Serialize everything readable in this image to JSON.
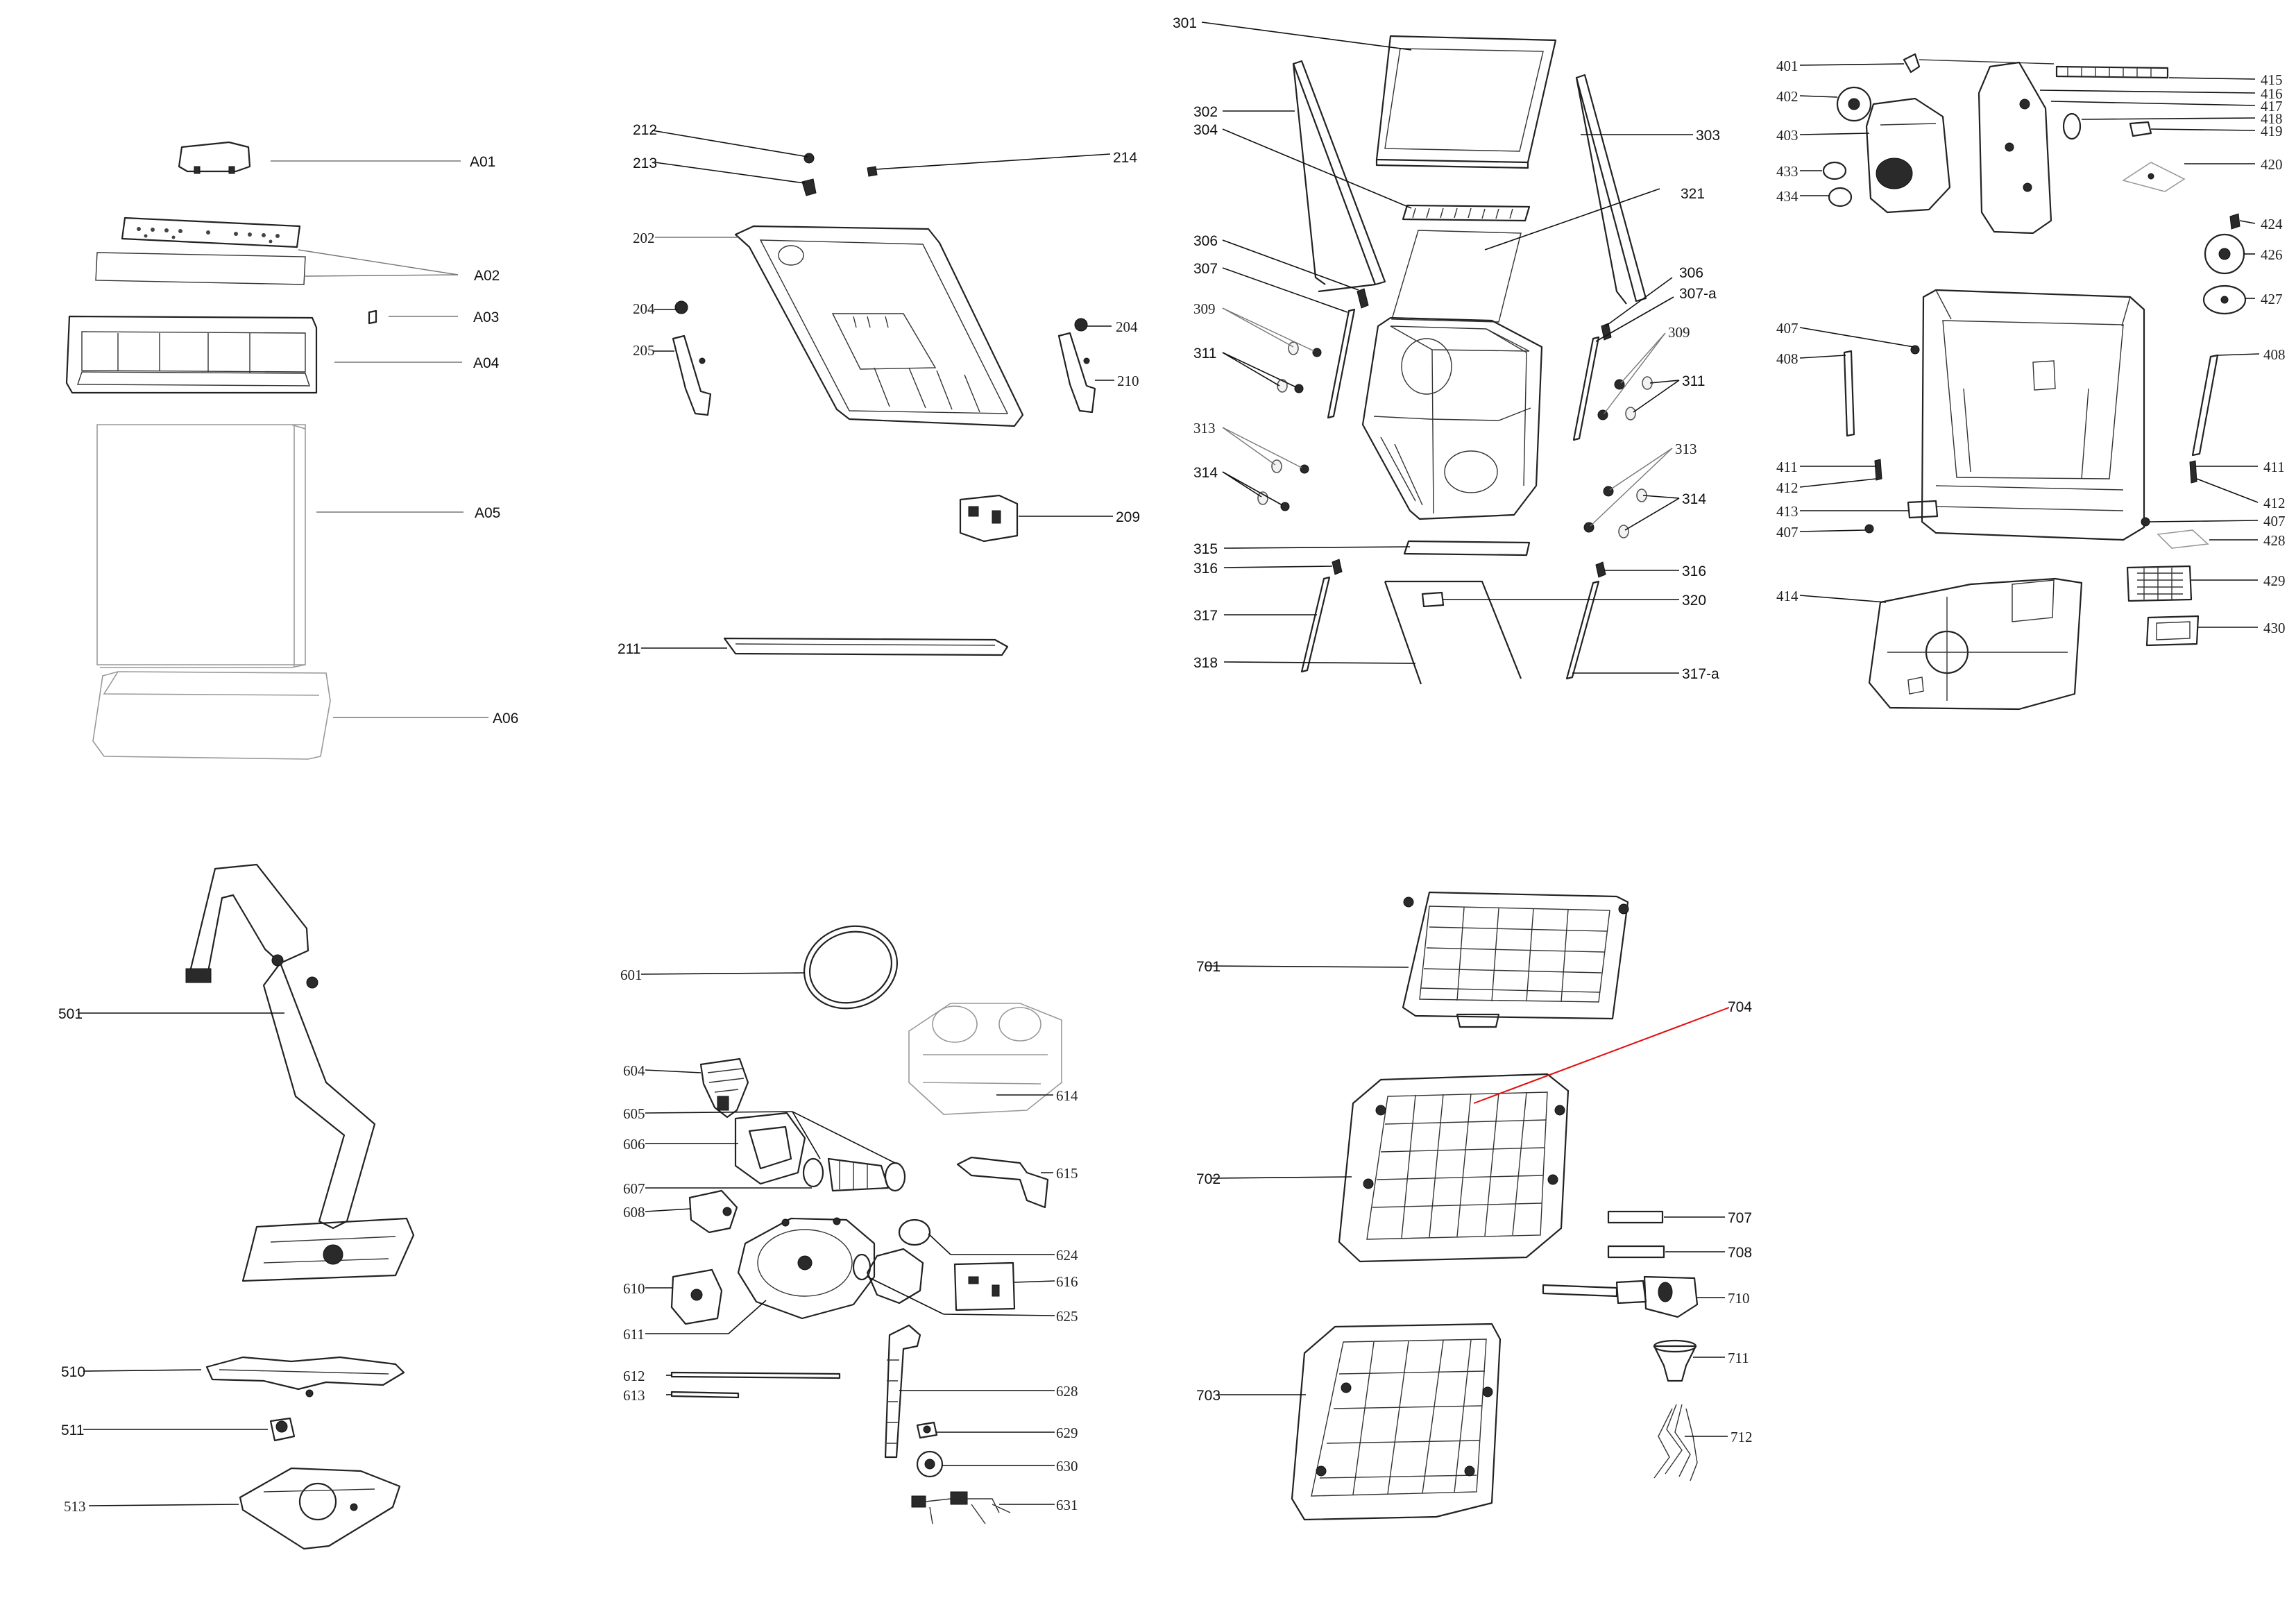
{
  "callouts": {
    "A01": "A01",
    "A02": "A02",
    "A03": "A03",
    "A04": "A04",
    "A05": "A05",
    "A06": "A06",
    "c212": "212",
    "c213": "213",
    "c214": "214",
    "c202": "202",
    "c204a": "204",
    "c204b": "204",
    "c205": "205",
    "c210": "210",
    "c209": "209",
    "c211": "211",
    "c301": "301",
    "c302": "302",
    "c304": "304",
    "c303": "303",
    "c321": "321",
    "c306a": "306",
    "c307": "307",
    "c306b": "306",
    "c307a": "307-a",
    "c309a": "309",
    "c309b": "309",
    "c311a": "311",
    "c311b": "311",
    "c313a": "313",
    "c313b": "313",
    "c314a": "314",
    "c314b": "314",
    "c315": "315",
    "c316a": "316",
    "c316b": "316",
    "c317": "317",
    "c320": "320",
    "c318": "318",
    "c317a": "317-a",
    "c401": "401",
    "c402": "402",
    "c403": "403",
    "c433": "433",
    "c434": "434",
    "c415": "415",
    "c416": "416",
    "c417": "417",
    "c418": "418",
    "c419": "419",
    "c420": "420",
    "c424": "424",
    "c426": "426",
    "c427": "427",
    "c407a": "407",
    "c408a": "408",
    "c411a": "411",
    "c412a": "412",
    "c413": "413",
    "c407b": "407",
    "c414": "414",
    "c408b": "408",
    "c411b": "411",
    "c412b": "412",
    "c407c": "407",
    "c428": "428",
    "c429": "429",
    "c430": "430",
    "c501": "501",
    "c510": "510",
    "c511": "511",
    "c513": "513",
    "c601": "601",
    "c604": "604",
    "c605": "605",
    "c606": "606",
    "c607": "607",
    "c608": "608",
    "c610": "610",
    "c611": "611",
    "c612": "612",
    "c613": "613",
    "c614": "614",
    "c615": "615",
    "c624": "624",
    "c616": "616",
    "c625": "625",
    "c628": "628",
    "c629": "629",
    "c630": "630",
    "c631": "631",
    "c701": "701",
    "c704": "704",
    "c702": "702",
    "c707": "707",
    "c708": "708",
    "c710": "710",
    "c711": "711",
    "c712": "712",
    "c703": "703"
  },
  "colors": {
    "line": "#111111",
    "highlight_leader": "#e01010",
    "faded_part": "#999999"
  }
}
